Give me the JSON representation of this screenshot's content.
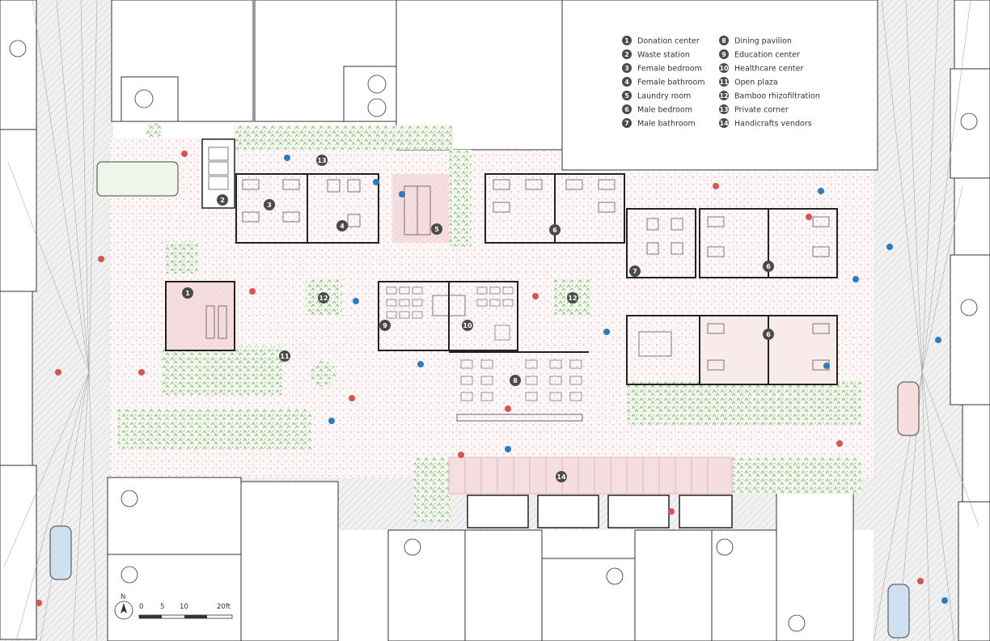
{
  "legend": {
    "items": [
      {
        "num": "1",
        "label": "Donation center"
      },
      {
        "num": "2",
        "label": "Waste station"
      },
      {
        "num": "3",
        "label": "Female bedroom"
      },
      {
        "num": "4",
        "label": "Female bathroom"
      },
      {
        "num": "5",
        "label": "Laundry room"
      },
      {
        "num": "6",
        "label": "Male bedroom"
      },
      {
        "num": "7",
        "label": "Male bathroom"
      },
      {
        "num": "8",
        "label": "Dining pavilion"
      },
      {
        "num": "9",
        "label": "Education center"
      },
      {
        "num": "10",
        "label": "Healthcare center"
      },
      {
        "num": "11",
        "label": "Open plaza"
      },
      {
        "num": "12",
        "label": "Bamboo rhizofiltration"
      },
      {
        "num": "13",
        "label": "Private corner"
      },
      {
        "num": "14",
        "label": "Handicrafts vendors"
      }
    ]
  },
  "scale_bar": {
    "north": "N",
    "ticks": [
      "0",
      "5",
      "10",
      "20ft"
    ]
  },
  "markers": [
    "1",
    "2",
    "3",
    "4",
    "5",
    "6",
    "6",
    "6",
    "7",
    "8",
    "9",
    "10",
    "11",
    "12",
    "12",
    "13",
    "14"
  ],
  "colors": {
    "plaza_dots": "#e08a96",
    "pink_fill": "#f6dde0",
    "greenery": "#7fb06a",
    "street_hatch": "#c8c8c8",
    "marker": "#4a4a4a"
  }
}
